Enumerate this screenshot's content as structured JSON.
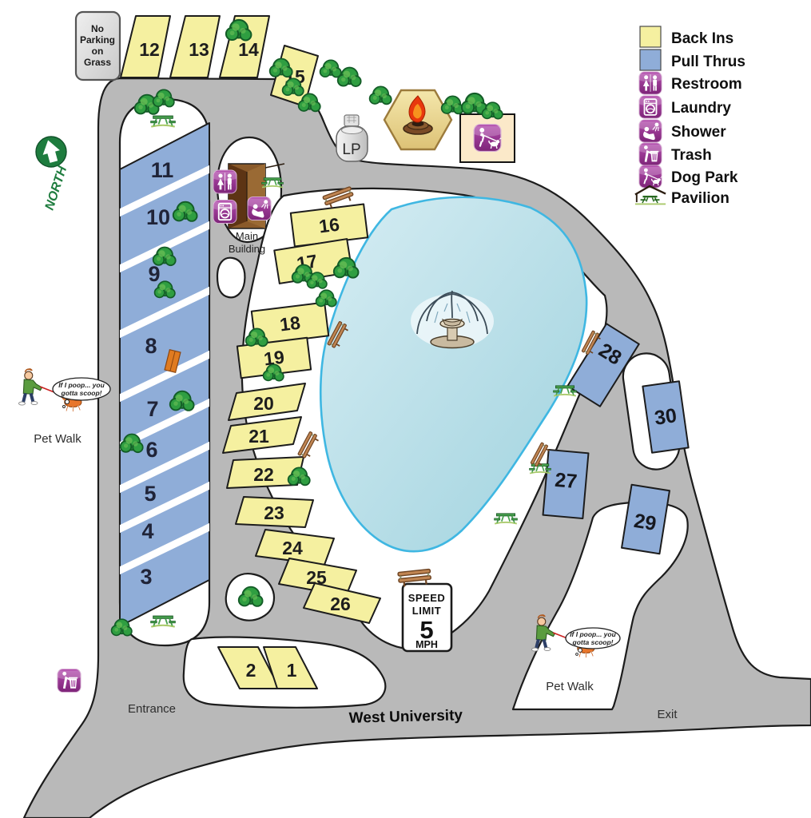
{
  "legend": {
    "items": [
      {
        "label": "Back Ins",
        "color": "#f5f0a0"
      },
      {
        "label": "Pull Thrus",
        "color": "#8fadd8"
      },
      {
        "label": "Restroom"
      },
      {
        "label": "Laundry"
      },
      {
        "label": "Shower"
      },
      {
        "label": "Trash"
      },
      {
        "label": "Dog Park"
      },
      {
        "label": "Pavilion"
      }
    ]
  },
  "map": {
    "north": "NORTH",
    "street": "West University",
    "entrance": "Entrance",
    "exit": "Exit",
    "lp": "LP",
    "main_building": {
      "line1": "Main",
      "line2": "Building"
    },
    "no_parking": {
      "line1": "No",
      "line2": "Parking",
      "line3": "on",
      "line4": "Grass"
    },
    "speed": {
      "line1": "SPEED",
      "line2": "LIMIT",
      "value": "5",
      "unit": "MPH"
    },
    "pet_walk": {
      "label": "Pet Walk",
      "speech1": "If I poop... you",
      "speech2": "gotta scoop!"
    }
  },
  "sites": [
    {
      "number": "1",
      "type": "back-in"
    },
    {
      "number": "2",
      "type": "back-in"
    },
    {
      "number": "3",
      "type": "pull-thru"
    },
    {
      "number": "4",
      "type": "pull-thru"
    },
    {
      "number": "5",
      "type": "pull-thru"
    },
    {
      "number": "6",
      "type": "pull-thru"
    },
    {
      "number": "7",
      "type": "pull-thru"
    },
    {
      "number": "8",
      "type": "pull-thru"
    },
    {
      "number": "9",
      "type": "pull-thru"
    },
    {
      "number": "10",
      "type": "pull-thru"
    },
    {
      "number": "11",
      "type": "pull-thru"
    },
    {
      "number": "12",
      "type": "back-in"
    },
    {
      "number": "13",
      "type": "back-in"
    },
    {
      "number": "14",
      "type": "back-in"
    },
    {
      "number": "15",
      "type": "back-in"
    },
    {
      "number": "16",
      "type": "back-in"
    },
    {
      "number": "17",
      "type": "back-in"
    },
    {
      "number": "18",
      "type": "back-in"
    },
    {
      "number": "19",
      "type": "back-in"
    },
    {
      "number": "20",
      "type": "back-in"
    },
    {
      "number": "21",
      "type": "back-in"
    },
    {
      "number": "22",
      "type": "back-in"
    },
    {
      "number": "23",
      "type": "back-in"
    },
    {
      "number": "24",
      "type": "back-in"
    },
    {
      "number": "25",
      "type": "back-in"
    },
    {
      "number": "26",
      "type": "back-in"
    },
    {
      "number": "27",
      "type": "pull-thru"
    },
    {
      "number": "28",
      "type": "pull-thru"
    },
    {
      "number": "29",
      "type": "pull-thru"
    },
    {
      "number": "30",
      "type": "pull-thru"
    }
  ],
  "colors": {
    "road": "#b9b9b9",
    "outline": "#1c1c1c",
    "pond": "#b5dde6",
    "pond_edge": "#3fb7e2",
    "back_in": "#f5f0a0",
    "pull_thru": "#8fadd8",
    "icon_purple": "#a0309a",
    "station": "#fbe9c9",
    "tree": "#2f9e41",
    "north_green": "#1e7c3e"
  }
}
